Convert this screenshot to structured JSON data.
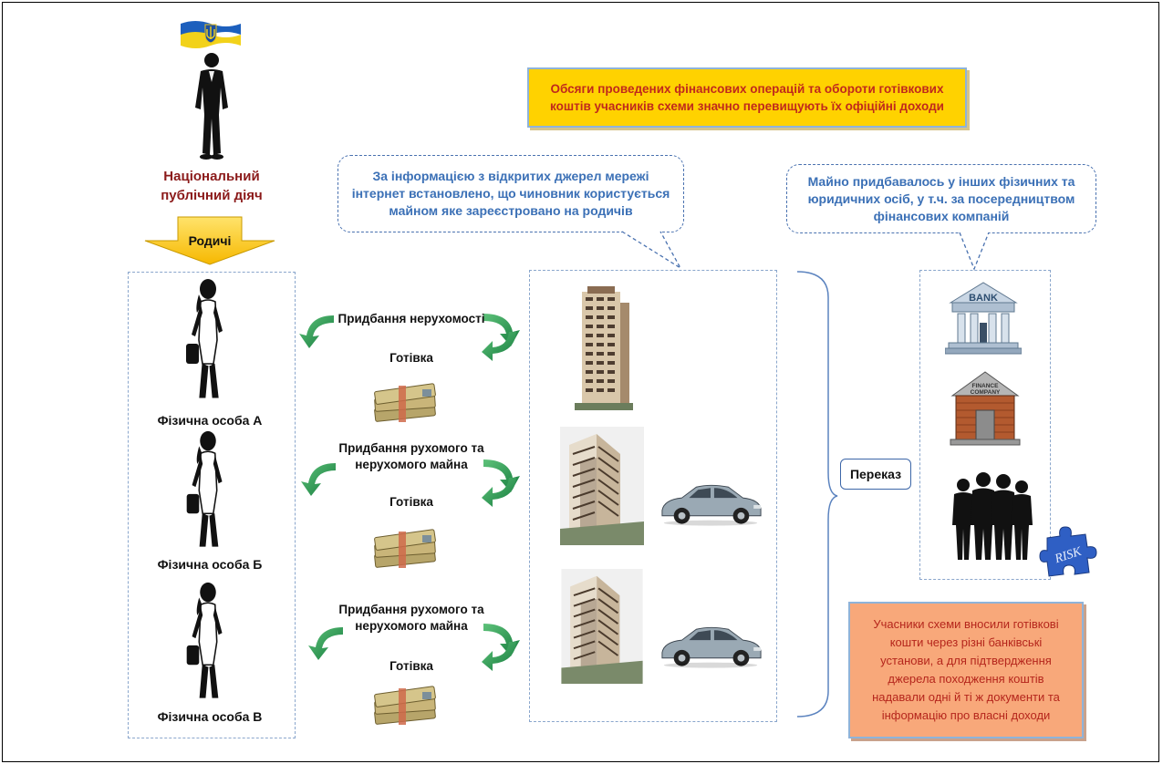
{
  "official": {
    "title_line1": "Національний",
    "title_line2": "публічний діяч"
  },
  "parents_label": "Родичі",
  "top_banner": {
    "line1": "Обсяги проведених фінансових операцій та обороти готівкових",
    "line2": "коштів учасників схеми значно перевищують їх офіційні доходи"
  },
  "callout_left": {
    "line1": "За інформацією з відкритих джерел мережі",
    "line2": "інтернет встановлено, що чиновник користується",
    "line3": "майном яке зареєстровано на родичів"
  },
  "callout_right": {
    "line1": "Майно придбавалось у інших фізичних та",
    "line2": "юридичних осіб, у т.ч. за посередництвом",
    "line3": "фінансових компаній"
  },
  "persons": [
    {
      "label": "Фізична особа А"
    },
    {
      "label": "Фізична особа Б"
    },
    {
      "label": "Фізична особа В"
    }
  ],
  "deals": [
    {
      "purchase": "Придбання нерухомості",
      "purchase2": "",
      "cash": "Готівка"
    },
    {
      "purchase": "Придбання рухомого та",
      "purchase2": "нерухомого майна",
      "cash": "Готівка"
    },
    {
      "purchase": "Придбання рухомого та",
      "purchase2": "нерухомого майна",
      "cash": "Готівка"
    }
  ],
  "transfer_label": "Переказ",
  "bank_sign": "BANK",
  "finance_sign": {
    "line1": "FINANCE",
    "line2": "COMPANY"
  },
  "risk_label": "RISK",
  "bottom_note": {
    "line1": "Учасники схеми вносили готівкові",
    "line2": "кошти через різні банківські",
    "line3": "установи, а для підтвердження",
    "line4": "джерела походження коштів",
    "line5": "надавали одні й ті ж документи та",
    "line6": "інформацію про власні доходи"
  },
  "colors": {
    "callout_text": "#3b70b6",
    "official_text": "#8b1a1a",
    "banner_bg": "#ffd200",
    "banner_text": "#c0291c",
    "arrow_green": "#1f8a4a",
    "note_bg": "#f8a87a",
    "note_text": "#b5261c"
  }
}
